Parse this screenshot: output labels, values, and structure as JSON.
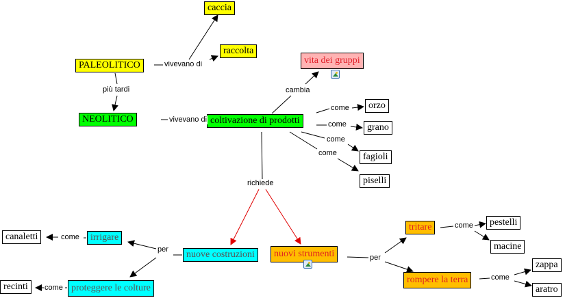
{
  "colors": {
    "yellow": "#ffff00",
    "green": "#00ff00",
    "pink": "#ffb3b3",
    "cyan": "#00ffff",
    "orange": "#ffbe00",
    "red_link": "#e00000",
    "black_link": "#000000"
  },
  "nodes": {
    "paleolitico": "PALEOLITICO",
    "caccia": "caccia",
    "raccolta": "raccolta",
    "neolitico": "NEOLITICO",
    "coltivazione": "coltivazione di prodotti",
    "vita_gruppi": "vita dei gruppi",
    "orzo": "orzo",
    "grano": "grano",
    "fagioli": "fagioli",
    "piselli": "piselli",
    "nuove_costruzioni": "nuove costruzioni",
    "nuovi_strumenti": "nuovi strumenti",
    "irrigare": "irrigare",
    "canaletti": "canaletti",
    "proteggere": "proteggere le colture",
    "recinti": "recinti",
    "tritare": "tritare",
    "pestelli": "pestelli",
    "macine": "macine",
    "rompere": "rompere la terra",
    "zappa": "zappa",
    "aratro": "aratro"
  },
  "links": {
    "paleo_vivevano": "vivevano di",
    "piu_tardi": "più tardi",
    "neo_vivevano": "vivevano di",
    "cambia": "cambia",
    "come_orzo": "come",
    "come_grano": "come",
    "come_fagioli": "come",
    "come_piselli": "come",
    "richiede": "richiede",
    "per_costruzioni": "per",
    "per_strumenti": "per",
    "come_canaletti": "come",
    "come_recinti": "come",
    "come_tritare": "come",
    "come_rompere": "come"
  },
  "icons": {
    "vita_gruppi_image": "image-icon",
    "nuovi_strumenti_image": "image-icon"
  }
}
